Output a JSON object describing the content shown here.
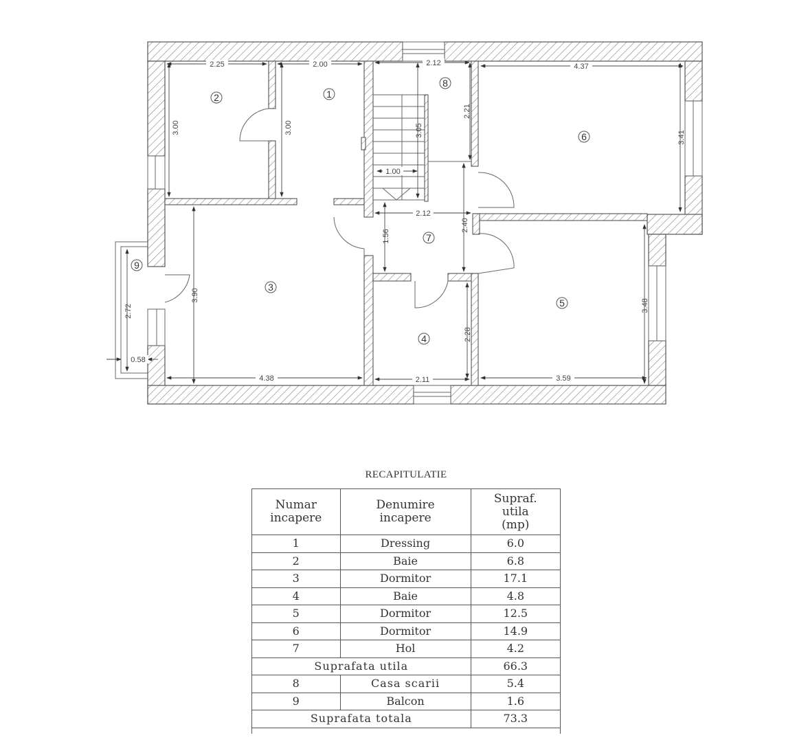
{
  "floor_plan": {
    "rooms": [
      {
        "number": "1",
        "label": "①"
      },
      {
        "number": "2",
        "label": "②"
      },
      {
        "number": "3",
        "label": "③"
      },
      {
        "number": "4",
        "label": "④"
      },
      {
        "number": "5",
        "label": "⑤"
      },
      {
        "number": "6",
        "label": "⑥"
      },
      {
        "number": "7",
        "label": "⑦"
      },
      {
        "number": "8",
        "label": "⑧"
      },
      {
        "number": "9",
        "label": "⑨"
      }
    ],
    "dimensions": {
      "room2_width": "2.25",
      "room2_height": "3.00",
      "room1_width": "2.00",
      "room1_height": "3.00",
      "room8_width": "2.12",
      "room8_height": "2.21",
      "stair_length": "3.05",
      "stair_width": "1.00",
      "room6_width": "4.37",
      "room6_height": "3.41",
      "hall_width": "2.12",
      "hall_height_left": "1.56",
      "hall_height_right": "2.40",
      "room3_height": "3.90",
      "room3_width": "4.38",
      "balcony_length": "2.72",
      "balcony_depth": "0.58",
      "room4_width": "2.11",
      "room4_height": "2.28",
      "room5_width": "3.59",
      "room5_height": "3.48"
    }
  },
  "table": {
    "title": "RECAPITULATIE",
    "headers": {
      "col1": [
        "Numar",
        "incapere"
      ],
      "col2": [
        "Denumire",
        "incapere"
      ],
      "col3": [
        "Supraf.",
        "utila",
        "(mp)"
      ]
    },
    "rows": [
      {
        "nr": "1",
        "name": "Dressing",
        "area": "6.0"
      },
      {
        "nr": "2",
        "name": "Baie",
        "area": "6.8"
      },
      {
        "nr": "3",
        "name": "Dormitor",
        "area": "17.1"
      },
      {
        "nr": "4",
        "name": "Baie",
        "area": "4.8"
      },
      {
        "nr": "5",
        "name": "Dormitor",
        "area": "12.5"
      },
      {
        "nr": "6",
        "name": "Dormitor",
        "area": "14.9"
      },
      {
        "nr": "7",
        "name": "Hol",
        "area": "4.2"
      }
    ],
    "subtotal": {
      "label": "Suprafata utila",
      "area": "66.3"
    },
    "extra_rows": [
      {
        "nr": "8",
        "name": "Casa scarii",
        "area": "5.4"
      },
      {
        "nr": "9",
        "name": "Balcon",
        "area": "1.6"
      }
    ],
    "total": {
      "label": "Suprafata totala",
      "area": "73.3"
    }
  }
}
